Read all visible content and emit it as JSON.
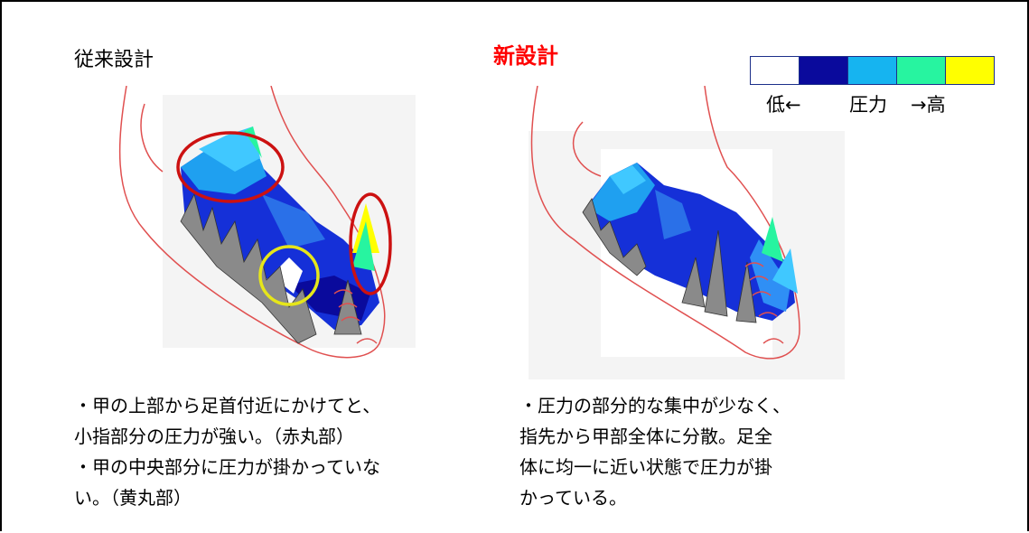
{
  "titles": {
    "old_design": "従来設計",
    "new_design": "新設計"
  },
  "legend": {
    "low_label": "低←",
    "middle_label": "圧力",
    "high_label": "→高",
    "colors": [
      "#ffffff",
      "#0a0a9c",
      "#16b4f0",
      "#27f4a0",
      "#ffff00"
    ]
  },
  "descriptions": {
    "old": [
      "・甲の上部から足首付近にかけてと、",
      "小指部分の圧力が強い。（赤丸部）",
      "・甲の中央部分に圧力が掛かっていな",
      "い。（黄丸部）"
    ],
    "new": [
      "・圧力の部分的な集中が少なく、",
      "指先から甲部全体に分散。足全",
      "体に均一に近い状態で圧力が掛",
      "かっている。"
    ]
  }
}
